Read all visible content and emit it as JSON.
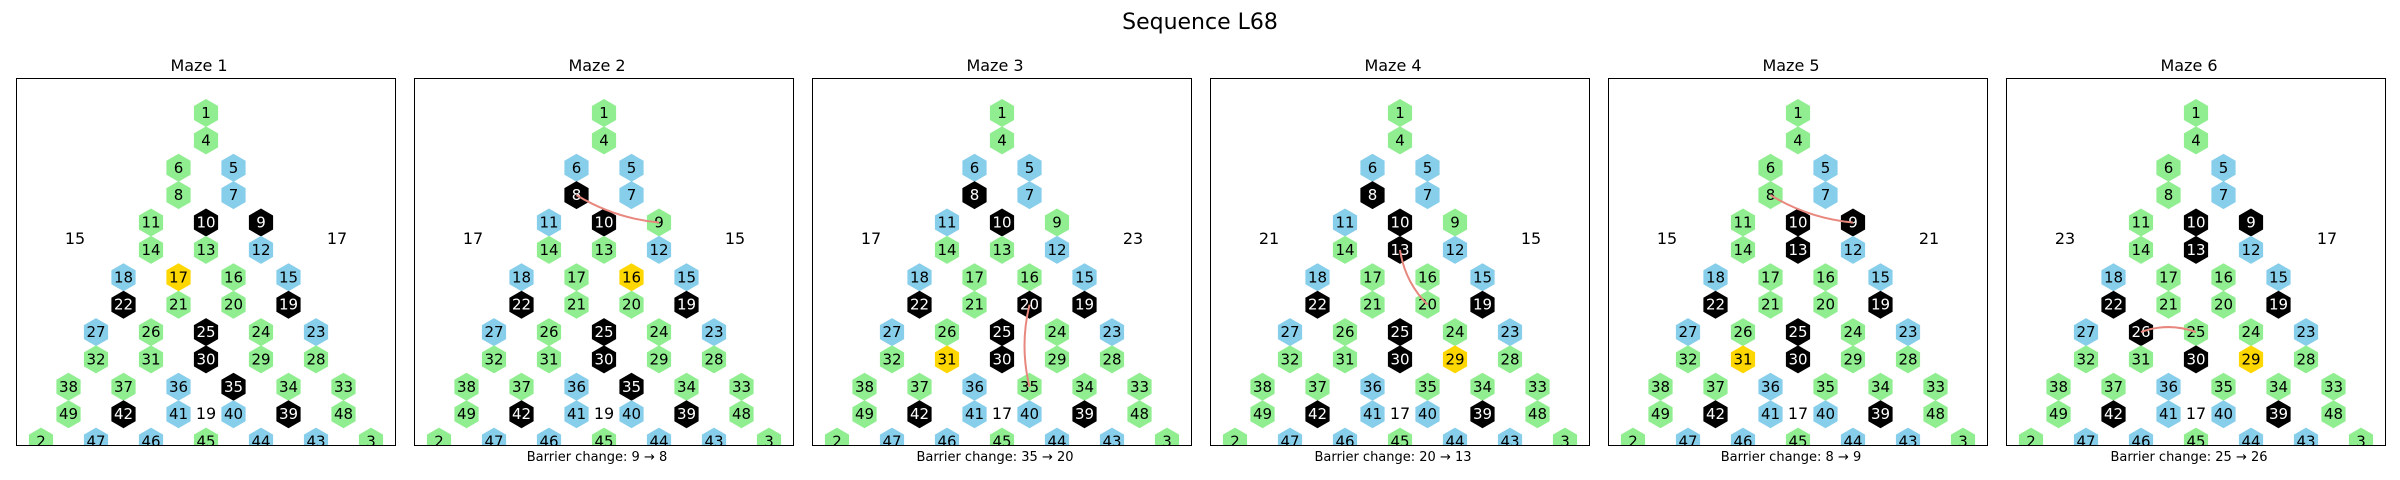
{
  "title": "Sequence L68",
  "colors": {
    "green": "#90ee90",
    "blue": "#87ceeb",
    "black": "#000000",
    "gold": "#ffd700",
    "path": "#e8877e"
  },
  "layout_rows": [
    [
      1
    ],
    [
      4
    ],
    [
      6,
      5
    ],
    [
      8,
      7
    ],
    [
      11,
      10,
      9
    ],
    [
      14,
      13,
      12
    ],
    [
      18,
      17,
      16,
      15
    ],
    [
      22,
      21,
      20,
      19
    ],
    [
      27,
      26,
      25,
      24,
      23
    ],
    [
      32,
      31,
      30,
      29,
      28
    ],
    [
      38,
      37,
      36,
      35,
      34,
      33
    ],
    [
      49,
      42,
      41,
      40,
      39,
      48
    ],
    [
      2,
      47,
      46,
      45,
      44,
      43,
      3
    ]
  ],
  "base_blue": [
    5,
    7,
    12,
    15,
    18,
    23,
    27,
    36,
    40,
    41,
    43,
    44,
    46,
    47
  ],
  "base_black": [
    9,
    10,
    19,
    22,
    25,
    30,
    35,
    39,
    42
  ],
  "mazes": [
    {
      "title": "Maze 1",
      "side_labels": {
        "left": "15",
        "right": "17",
        "bottom": "19"
      },
      "caption": "",
      "gold": [
        17
      ],
      "extra_blue": [],
      "extra_black": [],
      "not_black": [],
      "path": []
    },
    {
      "title": "Maze 2",
      "side_labels": {
        "left": "17",
        "right": "15",
        "bottom": "19"
      },
      "caption": "Barrier change: 9 → 8",
      "gold": [
        16
      ],
      "extra_blue": [
        6,
        11
      ],
      "extra_black": [
        8
      ],
      "not_black": [
        9
      ],
      "path": [
        8,
        9
      ]
    },
    {
      "title": "Maze 3",
      "side_labels": {
        "left": "17",
        "right": "23",
        "bottom": "17"
      },
      "caption": "Barrier change: 35 → 20",
      "gold": [
        31
      ],
      "extra_blue": [
        6,
        11
      ],
      "extra_black": [
        8,
        20
      ],
      "not_black": [
        9,
        35
      ],
      "path": [
        20,
        35
      ]
    },
    {
      "title": "Maze 4",
      "side_labels": {
        "left": "21",
        "right": "15",
        "bottom": "17"
      },
      "caption": "Barrier change: 20 → 13",
      "gold": [
        29
      ],
      "extra_blue": [
        6,
        11
      ],
      "extra_black": [
        8,
        13
      ],
      "not_black": [
        9,
        35
      ],
      "path": [
        13,
        20
      ]
    },
    {
      "title": "Maze 5",
      "side_labels": {
        "left": "15",
        "right": "21",
        "bottom": "17"
      },
      "caption": "Barrier change: 8 → 9",
      "gold": [
        31
      ],
      "extra_blue": [],
      "extra_black": [
        13
      ],
      "not_black": [
        35
      ],
      "path": [
        8,
        9
      ]
    },
    {
      "title": "Maze 6",
      "side_labels": {
        "left": "23",
        "right": "17",
        "bottom": "17"
      },
      "caption": "Barrier change: 25 → 26",
      "gold": [
        29
      ],
      "extra_blue": [],
      "extra_black": [
        13,
        26
      ],
      "not_black": [
        25,
        35
      ],
      "path": [
        25,
        26
      ]
    }
  ]
}
